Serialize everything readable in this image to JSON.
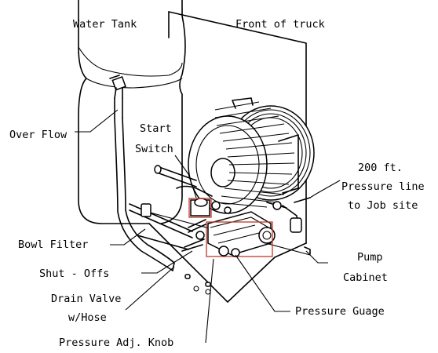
{
  "labels": {
    "water_tank": "Water Tank",
    "front_of_truck": "Front of truck",
    "over_flow": "Over Flow",
    "start_switch_line1": "Start",
    "start_switch_line2": "Switch",
    "pressure_line_1": "200 ft.",
    "pressure_line_2": "Pressure line",
    "pressure_line_3": "to Job site",
    "bowl_filter": "Bowl Filter",
    "pump_cabinet_1": "Pump",
    "pump_cabinet_2": "Cabinet",
    "shut_offs": "Shut - Offs",
    "drain_valve_1": "Drain Valve",
    "drain_valve_2": "w/Hose",
    "pressure_guage": "Pressure Guage",
    "pressure_adj_knob": "Pressure Adj. Knob"
  },
  "colors": {
    "line": "#000000",
    "background": "#ffffff",
    "accent": "#c0392b"
  }
}
